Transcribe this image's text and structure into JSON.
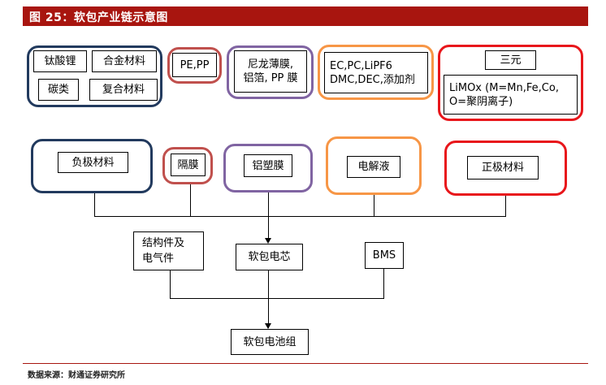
{
  "header": {
    "title": "图 25：软包产业链示意图"
  },
  "materials": {
    "anode_group": [
      "钛酸锂",
      "合金材料",
      "碳类",
      "复合材料"
    ],
    "separator_material": "PE,PP",
    "shell_material_lines": [
      "尼龙薄膜,",
      "铝箔, PP 膜"
    ],
    "electrolyte_material_lines": [
      "EC,PC,LiPF6",
      "DMC,DEC,添加剂"
    ],
    "cathode_group": {
      "ternary": "三元",
      "formula_lines": [
        "LiMOx (M=Mn,Fe,Co,",
        "O=聚阴离子)"
      ]
    }
  },
  "components": {
    "anode": "负极材料",
    "separator": "隔膜",
    "al_plastic_film": "铝塑膜",
    "electrolyte": "电解液",
    "cathode": "正极材料"
  },
  "assembly": {
    "structure_parts_lines": [
      "结构件及",
      "电气件"
    ],
    "cell": "软包电芯",
    "bms": "BMS",
    "pack": "软包电池组"
  },
  "footer": {
    "source": "数据来源：财通证券研究所"
  },
  "colors": {
    "brand_red": "#a8150f",
    "navy": "#223a5e",
    "dark_red": "#c0504d",
    "purple": "#8064a2",
    "orange": "#f79646",
    "red": "#e8161b"
  }
}
